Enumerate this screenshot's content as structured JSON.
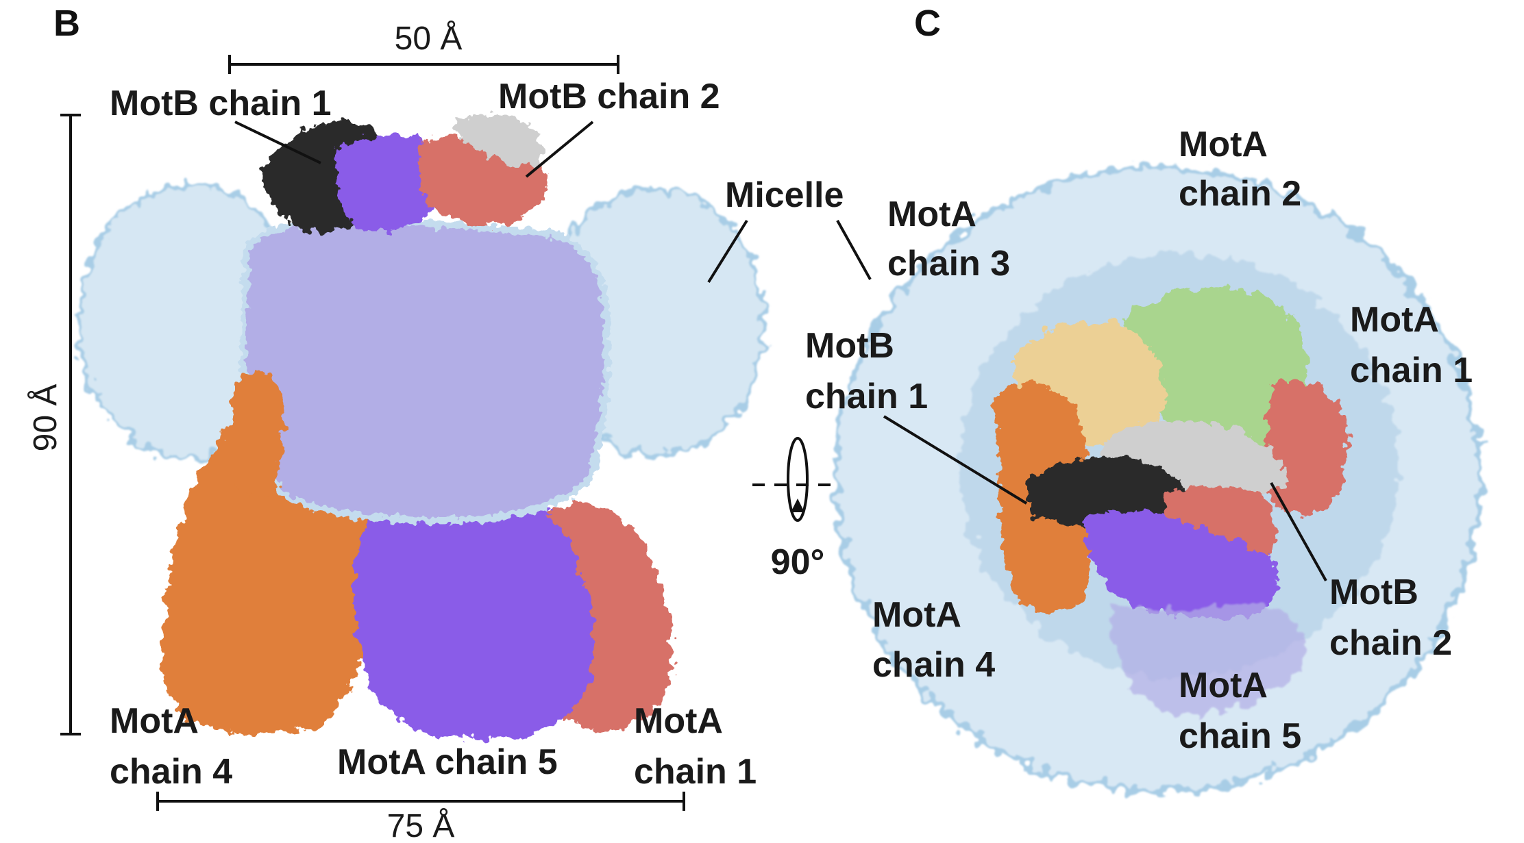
{
  "panels": {
    "b": {
      "letter": "B",
      "scale_top": "50 Å",
      "scale_bottom": "75 Å",
      "scale_left": "90 Å",
      "labels": {
        "motb1": "MotB chain 1",
        "motb2": "MotB chain 2",
        "mota4_l1": "MotA",
        "mota4_l2": "chain 4",
        "mota5": "MotA chain 5",
        "mota1_l1": "MotA",
        "mota1_l2": "chain 1"
      }
    },
    "c": {
      "letter": "C",
      "rotation": "90°",
      "labels": {
        "micelle": "Micelle",
        "mota3_l1": "MotA",
        "mota3_l2": "chain 3",
        "mota2_l1": "MotA",
        "mota2_l2": "chain 2",
        "mota1_l1": "MotA",
        "mota1_l2": "chain 1",
        "motb1_l1": "MotB",
        "motb1_l2": "chain 1",
        "motb2_l1": "MotB",
        "motb2_l2": "chain 2",
        "mota4_l1": "MotA",
        "mota4_l2": "chain 4",
        "mota5_l1": "MotA",
        "mota5_l2": "chain 5"
      }
    }
  },
  "colors": {
    "micelle": "#cfe3f1",
    "micelle_edge": "#a8cde6",
    "purple": "#8a5ce8",
    "orange": "#e07f3a",
    "salmon": "#d77168",
    "black": "#2a2a2a",
    "grey": "#cfcfcf",
    "green": "#a9d58e",
    "tan": "#ecd095",
    "lavender": "#b2aee6"
  }
}
